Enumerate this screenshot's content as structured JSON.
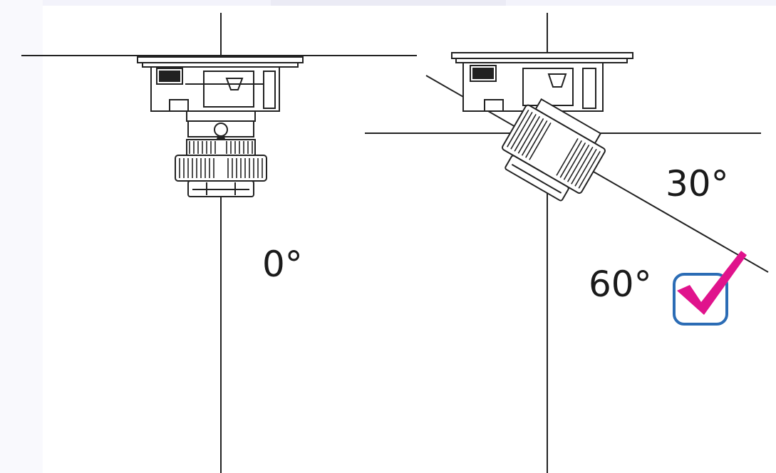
{
  "labels": {
    "angle_0": "0°",
    "angle_30": "30°",
    "angle_60": "60°"
  },
  "checkbox": {
    "checked": true,
    "icon": "checkmark-icon"
  },
  "colors": {
    "line": "#222222",
    "check_border": "#2b6cb5",
    "check_mark": "#e0138c",
    "background_bands": "#f3f3fb"
  }
}
